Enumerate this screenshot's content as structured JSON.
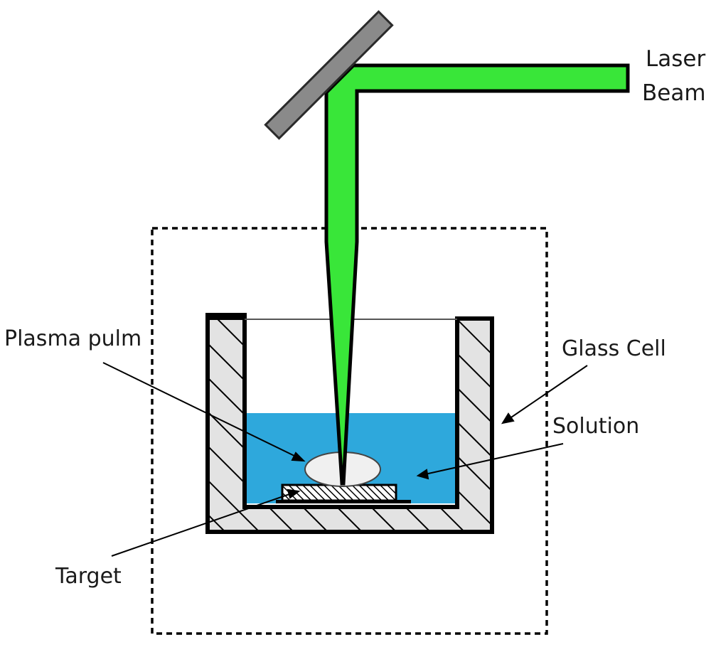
{
  "labels": {
    "laser": "Laser",
    "beam": "Beam",
    "plasma": "Plasma pulm",
    "glass_cell": "Glass Cell",
    "solution": "Solution",
    "target": "Target"
  },
  "colors": {
    "beam": "#39e639",
    "solution": "#2ea8dc",
    "mirror": "#8a8a8a",
    "wall_fill": "#e3e3e3",
    "outline": "#000000",
    "plasma": "#f0f0f0"
  }
}
